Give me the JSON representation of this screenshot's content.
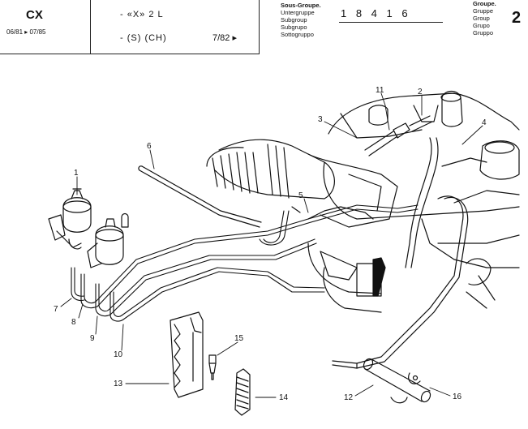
{
  "header": {
    "model": "CX",
    "dates": "06/81 ▸ 07/85",
    "engine_line1": "- «X» 2 L",
    "engine_line2": "- (S) (CH)",
    "date_code": "7/82 ▸",
    "subgroup_labels": [
      "Sous-Groupe.",
      "Untergruppe",
      "Subgroup",
      "Subgrupo",
      "Sottogruppo"
    ],
    "subgroup_code": "1 8 4 1 6",
    "group_labels": [
      "Groupe.",
      "Gruppe",
      "Group",
      "Grupo",
      "Gruppo"
    ],
    "group_number": "2"
  },
  "callouts": [
    "1",
    "2",
    "3",
    "4",
    "5",
    "6",
    "7",
    "8",
    "9",
    "10",
    "11",
    "12",
    "13",
    "14",
    "15",
    "16"
  ],
  "colors": {
    "ink": "#111111",
    "paper": "#ffffff"
  }
}
